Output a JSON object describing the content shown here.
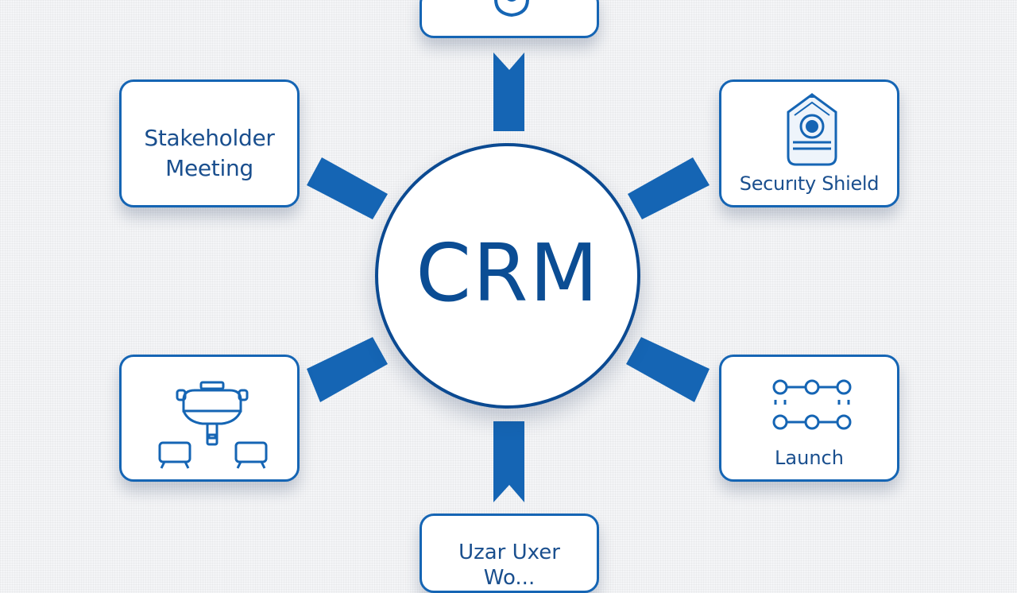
{
  "colors": {
    "primary": "#1565b4",
    "hub_text": "#0b4d94",
    "background": "#f4f5f7"
  },
  "hub": {
    "title": "CRM"
  },
  "nodes": {
    "top": {
      "icon": "helmet-icon"
    },
    "top_left": {
      "label": "Stakeholder Meeting",
      "line1": "Stakeholder",
      "line2": "Meeting"
    },
    "top_right": {
      "label": "Securıty Shield",
      "icon": "security-shield-icon"
    },
    "bottom_left": {
      "icon": "robot-devices-icon"
    },
    "bottom_right": {
      "label": "Launch",
      "icon": "node-grid-icon"
    },
    "bottom": {
      "line1": "Uzar Uxer",
      "line2": "Wo..."
    }
  }
}
